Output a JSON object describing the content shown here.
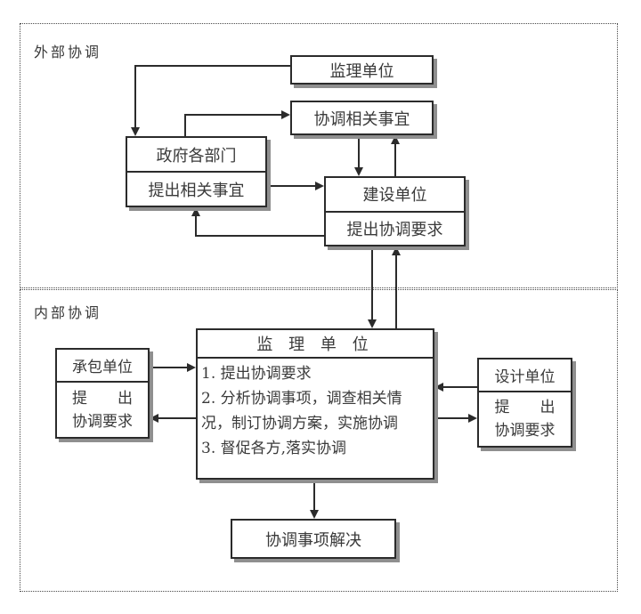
{
  "sections": {
    "external": {
      "label": "外部协调"
    },
    "internal": {
      "label": "内部协调"
    }
  },
  "nodes": {
    "supervisor_top": {
      "label": "监理单位"
    },
    "coordinate_matters": {
      "label": "协调相关事宜"
    },
    "government": {
      "title": "政府各部门",
      "subtitle": "提出相关事宜"
    },
    "construction": {
      "title": "建设单位",
      "subtitle": "提出协调要求"
    },
    "contractor": {
      "title": "承包单位",
      "line1": "提　　出",
      "line2": "协调要求"
    },
    "supervisor_main": {
      "title": "监 理 单 位",
      "items": [
        "1. 提出协调要求",
        "2. 分析协调事项，调查相关情况，制订协调方案，实施协调",
        "3. 督促各方,落实协调"
      ]
    },
    "designer": {
      "title": "设计单位",
      "line1": "提　　出",
      "line2": "协调要求"
    },
    "resolved": {
      "label": "协调事项解决"
    }
  },
  "edges": [
    {
      "from": "supervisor_top",
      "to": "government"
    },
    {
      "from": "government",
      "to": "coordinate_matters"
    },
    {
      "from": "coordinate_matters",
      "to": "construction"
    },
    {
      "from": "construction",
      "to": "coordinate_matters"
    },
    {
      "from": "government",
      "to": "construction"
    },
    {
      "from": "construction",
      "to": "government"
    },
    {
      "from": "construction",
      "to": "supervisor_main"
    },
    {
      "from": "supervisor_main",
      "to": "construction"
    },
    {
      "from": "contractor",
      "to": "supervisor_main"
    },
    {
      "from": "supervisor_main",
      "to": "contractor"
    },
    {
      "from": "designer",
      "to": "supervisor_main"
    },
    {
      "from": "supervisor_main",
      "to": "designer"
    },
    {
      "from": "supervisor_main",
      "to": "resolved"
    }
  ],
  "colors": {
    "line": "#2b2b2b",
    "shadow": "#8f8f8f",
    "text": "#3a3a3a",
    "background": "#ffffff"
  }
}
